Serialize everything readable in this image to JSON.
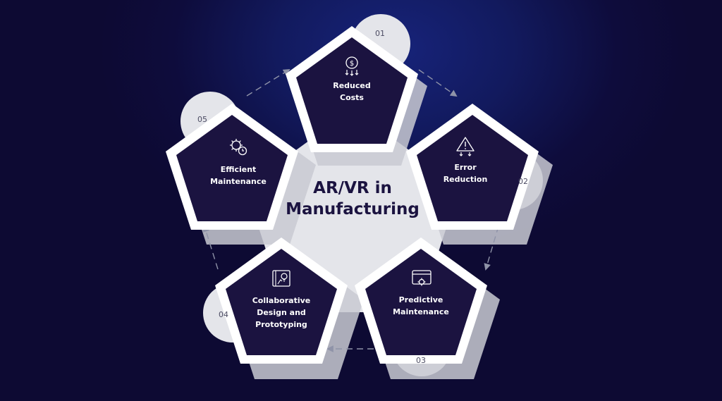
{
  "center": {
    "line1": "AR/VR in",
    "line2": "Manufacturing"
  },
  "steps": [
    {
      "number": "01",
      "label_lines": [
        "Reduced",
        "Costs"
      ],
      "icon": "dollar-cost-down-icon"
    },
    {
      "number": "02",
      "label_lines": [
        "Error",
        "Reduction"
      ],
      "icon": "warning-triangle-icon"
    },
    {
      "number": "03",
      "label_lines": [
        "Predictive",
        "Maintenance"
      ],
      "icon": "browser-gear-icon"
    },
    {
      "number": "04",
      "label_lines": [
        "Collaborative",
        "Design and",
        "Prototyping"
      ],
      "icon": "blueprint-idea-icon"
    },
    {
      "number": "05",
      "label_lines": [
        "Efficient",
        "Maintenance"
      ],
      "icon": "gear-wrench-clock-icon"
    }
  ],
  "colors": {
    "background": "#0e0a34",
    "pentagon_fill": "#1b1340",
    "pentagon_border": "#ffffff",
    "center_fill": "#e4e5ea",
    "accent_circle": "#e4e5ea",
    "arrow": "#8f93a8"
  }
}
